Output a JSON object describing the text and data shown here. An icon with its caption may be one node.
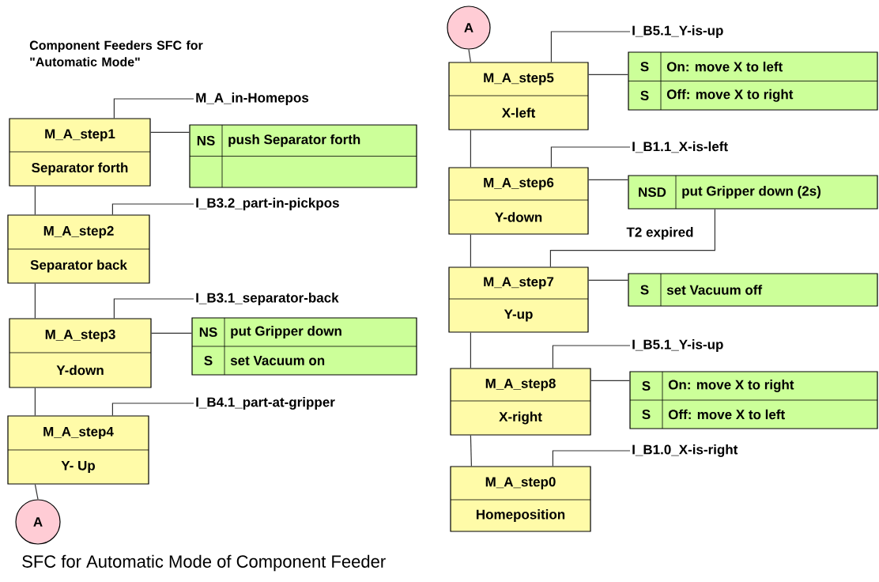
{
  "diagram": {
    "title": "Component Feeders SFC for \"Automatic Mode\"",
    "caption": "SFC for Automatic Mode of Component Feeder",
    "nodes": [
      {
        "text": [
          "M_A_step1",
          "Separator forth"
        ]
      },
      {
        "text": [
          "NS",
          "push Separator forth"
        ]
      },
      {
        "text": [
          "M_A_step2",
          "Separator back"
        ]
      },
      {
        "text": [
          "M_A_step3",
          "Y-down"
        ]
      },
      {
        "text": [
          "NS",
          "put Gripper down",
          "S",
          "set Vacuum on"
        ]
      },
      {
        "text": [
          "M_A_step4",
          "Y- Up"
        ]
      },
      {
        "text": [
          "A"
        ]
      },
      {
        "text": [
          "A"
        ]
      },
      {
        "text": [
          "M_A_step5",
          "X-left"
        ]
      },
      {
        "text": [
          "S",
          "On: move X to left",
          "S",
          "Off: move X to right"
        ]
      },
      {
        "text": [
          "M_A_step6",
          "Y-down"
        ]
      },
      {
        "text": [
          "NSD",
          "put Gripper down (2s)"
        ]
      },
      {
        "text": [
          "M_A_step7",
          "Y-up"
        ]
      },
      {
        "text": [
          "S",
          "set Vacuum off"
        ]
      },
      {
        "text": [
          "M_A_step8",
          "X-right"
        ]
      },
      {
        "text": [
          "S",
          "On: move X to right",
          "S",
          "Off: move X to left"
        ]
      },
      {
        "text": [
          "M_A_step0",
          "Homeposition"
        ]
      },
      {
        "text": [
          "M_A_in-Homepos"
        ]
      },
      {
        "text": [
          "I_B3.2_part-in-pickpos"
        ]
      },
      {
        "text": [
          "I_B3.1_separator-back"
        ]
      },
      {
        "text": [
          "I_B4.1_part-at-gripper"
        ]
      },
      {
        "text": [
          "I_B5.1_Y-is-up"
        ]
      },
      {
        "text": [
          "I_B1.1_X-is-left"
        ]
      },
      {
        "text": [
          "I_B5.1_Y-is-up"
        ]
      },
      {
        "text": [
          "I_B1.0_X-is-right"
        ]
      }
    ],
    "edges": [
      {
        "from": 0,
        "to": 2,
        "arrow": "none"
      },
      {
        "from": 2,
        "to": 3,
        "arrow": "none"
      },
      {
        "from": 3,
        "to": 5,
        "arrow": "none"
      },
      {
        "from": 5,
        "to": 6,
        "arrow": "none"
      },
      {
        "from": 7,
        "to": 8,
        "arrow": "none"
      },
      {
        "from": 8,
        "to": 10,
        "arrow": "none"
      },
      {
        "from": 10,
        "to": 12,
        "arrow": "none"
      },
      {
        "from": 12,
        "to": 14,
        "arrow": "none"
      },
      {
        "from": 14,
        "to": 16,
        "arrow": "none"
      },
      {
        "from": 0,
        "to": 1,
        "arrow": "none"
      },
      {
        "from": 3,
        "to": 4,
        "arrow": "none"
      },
      {
        "from": 8,
        "to": 9,
        "arrow": "none"
      },
      {
        "from": 10,
        "to": 11,
        "arrow": "none"
      },
      {
        "from": 12,
        "to": 13,
        "arrow": "none"
      },
      {
        "from": 14,
        "to": 15,
        "arrow": "none"
      },
      {
        "from": 11,
        "to": 12,
        "arrow": "none",
        "label": "T2 expired"
      },
      {
        "from": 17,
        "to": 0,
        "arrow": "none"
      },
      {
        "from": 18,
        "to": 2,
        "arrow": "none"
      },
      {
        "from": 19,
        "to": 3,
        "arrow": "none"
      },
      {
        "from": 20,
        "to": 5,
        "arrow": "none"
      },
      {
        "from": 21,
        "to": 8,
        "arrow": "none"
      },
      {
        "from": 22,
        "to": 10,
        "arrow": "none"
      },
      {
        "from": 23,
        "to": 14,
        "arrow": "none"
      },
      {
        "from": 24,
        "to": 16,
        "arrow": "none"
      }
    ]
  }
}
